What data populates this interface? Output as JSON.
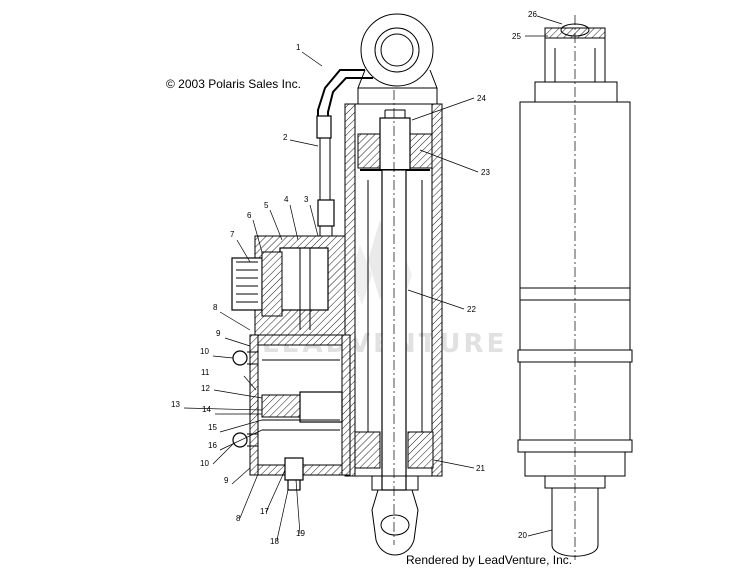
{
  "copyright": "© 2003 Polaris Sales Inc.",
  "footer": "Rendered by LeadVenture, Inc.",
  "watermark": "LEADVENTURE",
  "part_labels": [
    "1",
    "2",
    "3",
    "4",
    "5",
    "6",
    "7",
    "8",
    "9",
    "10",
    "11",
    "12",
    "13",
    "14",
    "15",
    "16",
    "10",
    "9",
    "8",
    "17",
    "18",
    "19",
    "20",
    "21",
    "22",
    "23",
    "24",
    "25",
    "26"
  ],
  "colors": {
    "line": "#000000",
    "background": "#ffffff",
    "watermark": "#c9c9c9"
  }
}
